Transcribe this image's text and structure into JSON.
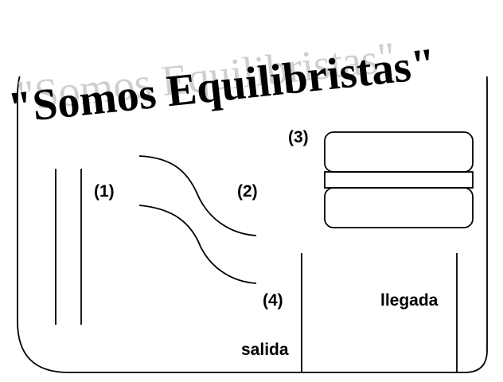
{
  "title": "\"Somos Equilibristas\"",
  "labels": {
    "item1": "(1)",
    "item2": "(2)",
    "item3": "(3)",
    "item4": "(4)",
    "departure": "salida",
    "arrival": "llegada"
  }
}
